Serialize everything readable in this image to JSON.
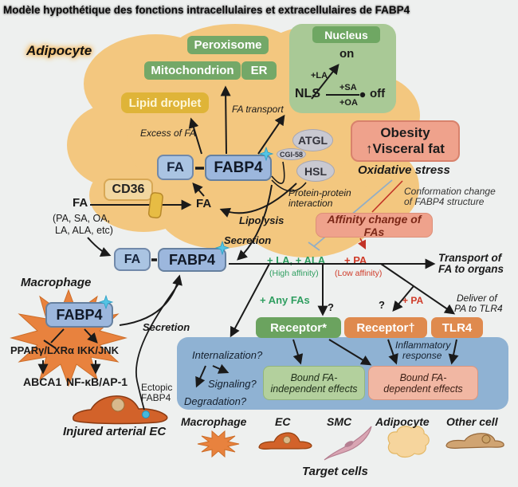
{
  "title": "Modèle hypothétique des fonctions intracellulaires et extracellulaires de FABP4",
  "adipocyte": {
    "label": "Adipocyte",
    "organelles": {
      "peroxisome": "Peroxisome",
      "mitochondrion": "Mitochondrion",
      "er": "ER",
      "lipid_droplet": "Lipid droplet"
    },
    "nucleus": {
      "title": "Nucleus",
      "nls": "NLS",
      "on": "on",
      "off": "off",
      "plus_la": "+LA",
      "plus_sa": "+SA",
      "plus_oa": "+OA"
    },
    "cd36": "CD36",
    "fa_complex": {
      "fa": "FA",
      "fabp4": "FABP4"
    },
    "fa_free_inside": "FA",
    "enzymes": {
      "atgl": "ATGL",
      "cgi58": "CGI-58",
      "hsl": "HSL"
    },
    "annotations": {
      "excess_of_fa": "Excess of FA",
      "fa_transport": "FA transport",
      "lipolysis": "Lipolysis",
      "secretion": "Secretion",
      "protein_protein_1": "Protein-protein",
      "protein_protein_2": "interaction"
    }
  },
  "obesity": {
    "line1": "Obesity",
    "line2": "↑Visceral fat"
  },
  "oxidative_stress": "Oxidative stress",
  "conformation_change": {
    "line1": "Conformation change",
    "line2": "of FABP4 structure"
  },
  "affinity_change": "Affinity change of FAs",
  "free_fa": {
    "label": "FA",
    "detail1": "(PA, SA, OA,",
    "detail2": "LA, ALA, etc)"
  },
  "extracellular": {
    "fa": "FA",
    "fabp4": "FABP4",
    "secretion": "Secretion",
    "high": {
      "label": "+ LA, + ALA",
      "note": "(High affinity)"
    },
    "low": {
      "label": "+ PA",
      "note": "(Low affinity)"
    },
    "any_fas": "+ Any FAs",
    "transport": {
      "line1": "Transport of",
      "line2": "FA to organs"
    },
    "deliver": {
      "line1": "Deliver of",
      "line2": "PA to TLR4"
    },
    "question1": "?",
    "question2": "?",
    "plus_pa": "+ PA"
  },
  "macrophage": {
    "label": "Macrophage",
    "fabp4": "FABP4",
    "secretion": "Secretion",
    "ppar_lxr": "PPARγ/LXRα",
    "ikk_jnk": "IKK/JNK",
    "abca1": "ABCA1",
    "nfkb_ap1": "NF-κB/AP-1"
  },
  "ectopic": {
    "line1": "Ectopic",
    "line2": "FABP4"
  },
  "injured_ec_label": "Injured arterial EC",
  "receptors": {
    "receptor_a": "Receptor*",
    "receptor_b": "Receptor†",
    "tlr4": "TLR4",
    "inflammatory": {
      "line1": "Inflammatory",
      "line2": "response"
    }
  },
  "target_cell_interior": {
    "internalization": "Internalization?",
    "signaling": "Signaling?",
    "degradation": "Degradation?",
    "fa_independent": {
      "line1": "Bound FA-",
      "line2": "independent effects"
    },
    "fa_dependent": {
      "line1": "Bound FA-",
      "line2": "dependent effects"
    }
  },
  "target_cells": {
    "label": "Target cells",
    "items": [
      "Macrophage",
      "EC",
      "SMC",
      "Adipocyte",
      "Other cell"
    ]
  },
  "colors": {
    "adipocyte_cloud": "#f3c77f",
    "organelle_green": "#74a868",
    "nucleus_panel": "#a9c996",
    "lipid_yellow": "#dfb438",
    "fa_blue": "#aac4e2",
    "fabp4_blue": "#9cb7dd",
    "sparkle_cyan": "#55c4e4",
    "salmon": "#efa28c",
    "receptor_green": "#6ba35f",
    "receptor_orange": "#df8a4e",
    "target_cell_blue": "#8fb2d3",
    "effects_green": "#b3d09d",
    "effects_salmon": "#f1b7a3",
    "macrophage_orange": "#e8823e",
    "text_green": "#2f9e60",
    "text_red": "#cf3a28"
  }
}
